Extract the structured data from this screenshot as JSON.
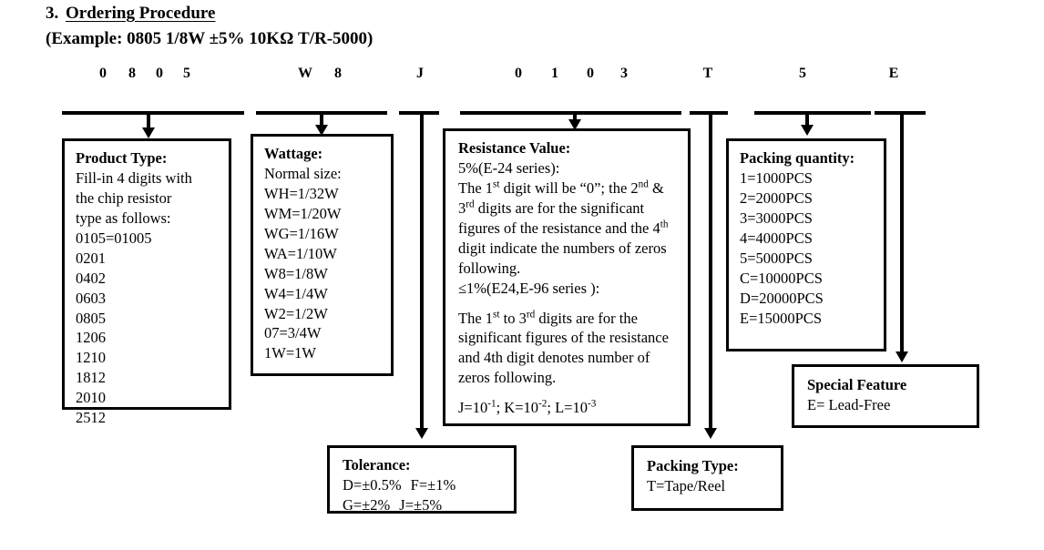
{
  "document": {
    "section_number": "3.",
    "section_title": "Ordering Procedure",
    "example_line": "(Example: 0805 1/8W ±5% 10KΩ T/R-5000)"
  },
  "part_code": {
    "characters": [
      "0",
      "8",
      "0",
      "5",
      "W",
      "8",
      "J",
      "0",
      "1",
      "0",
      "3",
      "T",
      "5",
      "E"
    ],
    "groups": [
      {
        "name": "product-type",
        "value": "0805"
      },
      {
        "name": "wattage",
        "value": "W8"
      },
      {
        "name": "tolerance",
        "value": "J"
      },
      {
        "name": "resistance-value",
        "value": "0103"
      },
      {
        "name": "packing-type",
        "value": "T"
      },
      {
        "name": "packing-quantity",
        "value": "5"
      },
      {
        "name": "special-feature",
        "value": "E"
      }
    ]
  },
  "boxes": {
    "product_type": {
      "title": "Product Type:",
      "intro": [
        "Fill-in 4 digits with",
        "the chip resistor",
        "type as follows:"
      ],
      "codes": [
        "0105=01005",
        "0201",
        "0402",
        "0603",
        "0805",
        "1206",
        "1210",
        "1812",
        "2010",
        "2512"
      ]
    },
    "wattage": {
      "title": "Wattage:",
      "subtitle": "Normal size:",
      "items": [
        "WH=1/32W",
        "WM=1/20W",
        "WG=1/16W",
        "WA=1/10W",
        "W8=1/8W",
        "W4=1/4W",
        "W2=1/2W",
        "07=3/4W",
        "1W=1W"
      ]
    },
    "resistance_value": {
      "title": "Resistance Value:",
      "series_5pct_label": "5%(E-24 series):",
      "para_5pct_a": "The 1",
      "para_5pct_sup_a": "st",
      "para_5pct_b": " digit will be “0”; the 2",
      "para_5pct_sup_b": "nd",
      "para_5pct_c": " & 3",
      "para_5pct_sup_c": "rd",
      "para_5pct_d": " digits are for the significant figures of the resistance and the 4",
      "para_5pct_sup_d": "th",
      "para_5pct_e": " digit indicate the numbers of zeros following.",
      "series_1pct_label": "≤1%(E24,E-96 series ):",
      "para_1pct_a": "The 1",
      "para_1pct_sup_a": "st",
      "para_1pct_b": " to 3",
      "para_1pct_sup_b": "rd",
      "para_1pct_c": " digits are for the significant figures of the resistance and 4th digit denotes number of zeros following.",
      "multiplier_j": "J=10",
      "multiplier_j_sup": "-1",
      "multiplier_sep1": "; K=10",
      "multiplier_k_sup": "-2",
      "multiplier_sep2": "; L=10",
      "multiplier_l_sup": "-3"
    },
    "packing_quantity": {
      "title": "Packing quantity:",
      "items": [
        "1=1000PCS",
        "2=2000PCS",
        "3=3000PCS",
        "4=4000PCS",
        "5=5000PCS",
        "C=10000PCS",
        "D=20000PCS",
        "E=15000PCS"
      ]
    },
    "special_feature": {
      "title": "Special Feature",
      "items": [
        "E= Lead-Free"
      ]
    },
    "tolerance": {
      "title": "Tolerance:",
      "row1_a": "D=±0.5%",
      "row1_b": "F=±1%",
      "row2_a": "G=±2%",
      "row2_b": "J=±5%"
    },
    "packing_type": {
      "title": "Packing Type:",
      "items": [
        "T=Tape/Reel"
      ]
    }
  },
  "colors": {
    "ink": "#000000",
    "paper": "#ffffff"
  }
}
